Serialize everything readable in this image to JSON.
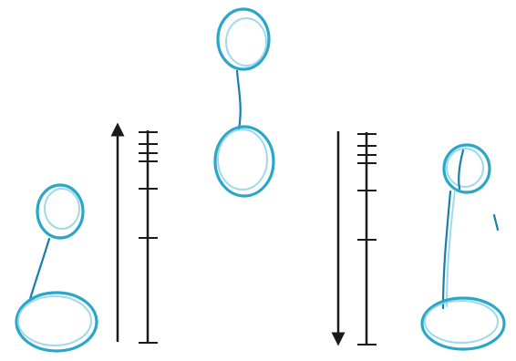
{
  "colors": {
    "sketch_stroke": "#2aa6c8",
    "sketch_stroke_dark": "#1a7fa8",
    "sketch_stroke_light": "#8fd2e6",
    "sketch_wash": "#d7eef5",
    "axis": "#1a1a1a",
    "background": "#ffffff"
  },
  "stages": [
    {
      "id": "left",
      "description_shape": "small loop above large loop, thin curved stem"
    },
    {
      "id": "middle",
      "description_shape": "small loop above medium loop, curved stem"
    },
    {
      "id": "right",
      "description_shape": "small loop above large flat loop, long straight stem"
    }
  ],
  "arrows": [
    {
      "id": "up",
      "direction": "up"
    },
    {
      "id": "down",
      "direction": "down"
    }
  ],
  "scales": [
    {
      "id": "left-scale",
      "ticks": 7
    },
    {
      "id": "right-scale",
      "ticks": 7
    }
  ]
}
